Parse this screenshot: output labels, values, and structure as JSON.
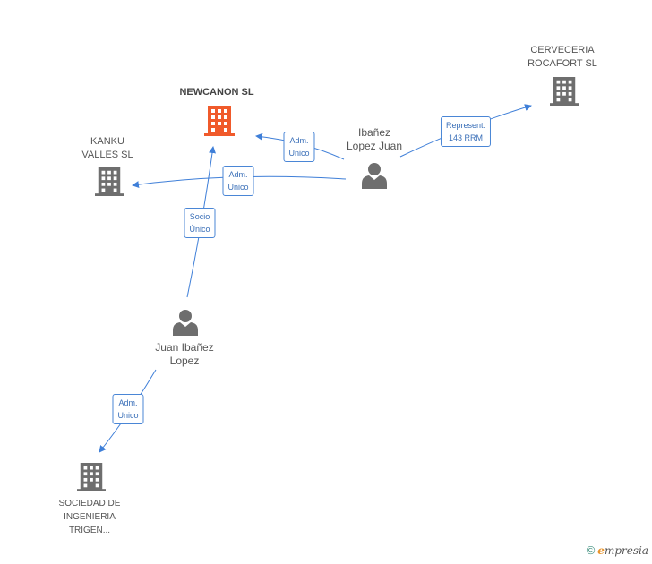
{
  "colors": {
    "edge": "#3f7fd8",
    "building_main": "#f05a2b",
    "building": "#6e6e6e",
    "person": "#6e6e6e"
  },
  "nodes": {
    "newcanon": {
      "name": "NEWCANON SL",
      "icon": "building-icon"
    },
    "kanku": {
      "line1": "KANKU",
      "line2": "VALLES SL",
      "icon": "building-icon"
    },
    "cerveceria": {
      "line1": "CERVECERIA",
      "line2": "ROCAFORT SL",
      "icon": "building-icon"
    },
    "ibanez_lopez_juan": {
      "line1": "Ibañez",
      "line2": "Lopez Juan",
      "icon": "person-icon"
    },
    "juan_ibanez_lopez": {
      "line1": "Juan Ibañez",
      "line2": "Lopez",
      "icon": "person-icon"
    },
    "sociedad": {
      "line1": "SOCIEDAD DE",
      "line2": "INGENIERIA",
      "line3": "TRIGEN...",
      "icon": "building-icon"
    }
  },
  "edges": {
    "adm_newcanon": {
      "line1": "Adm.",
      "line2": "Unico"
    },
    "adm_kanku": {
      "line1": "Adm.",
      "line2": "Unico"
    },
    "represent": {
      "line1": "Represent.",
      "line2": "143 RRM"
    },
    "socio": {
      "line1": "Socio",
      "line2": "Único"
    },
    "adm_sociedad": {
      "line1": "Adm.",
      "line2": "Unico"
    }
  },
  "footer": {
    "copyright": "©",
    "brand_first": "e",
    "brand_rest": "mpresia"
  }
}
